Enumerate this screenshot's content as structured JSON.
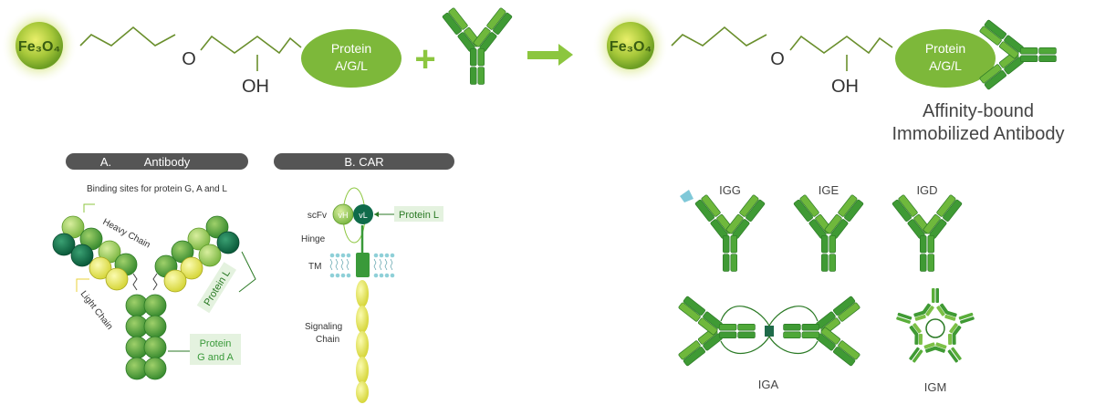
{
  "reaction": {
    "bead_label_left": "Fe₃O₄",
    "bead_label_right": "Fe₃O₄",
    "o_left": "O",
    "oh_left": "OH",
    "protein_left_line1": "Protein",
    "protein_left_line2": "A/G/L",
    "plus": "+",
    "o_right": "O",
    "oh_right": "OH",
    "protein_right_line1": "Protein",
    "protein_right_line2": "A/G/L",
    "result_line1": "Affinity-bound",
    "result_line2": "Immobilized Antibody"
  },
  "panel_a": {
    "header_letter": "A.",
    "header_title": "Antibody",
    "subtitle": "Binding sites for protein G, A and L",
    "heavy_chain": "Heavy Chain",
    "light_chain": "Light Chain",
    "protein_l": "Protein L",
    "protein_ga_line1": "Protein",
    "protein_ga_line2": "G and A"
  },
  "panel_b": {
    "header_title": "B. CAR",
    "scfv": "scFv",
    "vh": "vH",
    "vl": "vL",
    "protein_l": "Protein L",
    "hinge": "Hinge",
    "tm": "TM",
    "signaling_line1": "Signaling",
    "signaling_line2": "Chain"
  },
  "isotypes": {
    "igg": "IGG",
    "ige": "IGE",
    "igd": "IGD",
    "iga": "IGA",
    "igm": "IGM"
  },
  "colors": {
    "green_dark": "#2e8b2e",
    "green_mid": "#5aa832",
    "green_light": "#8cc63f",
    "yellow": "#e8e84a",
    "teal_dark": "#0f6b4a",
    "header_grey": "#555555",
    "label_bg": "#e4f2df"
  }
}
